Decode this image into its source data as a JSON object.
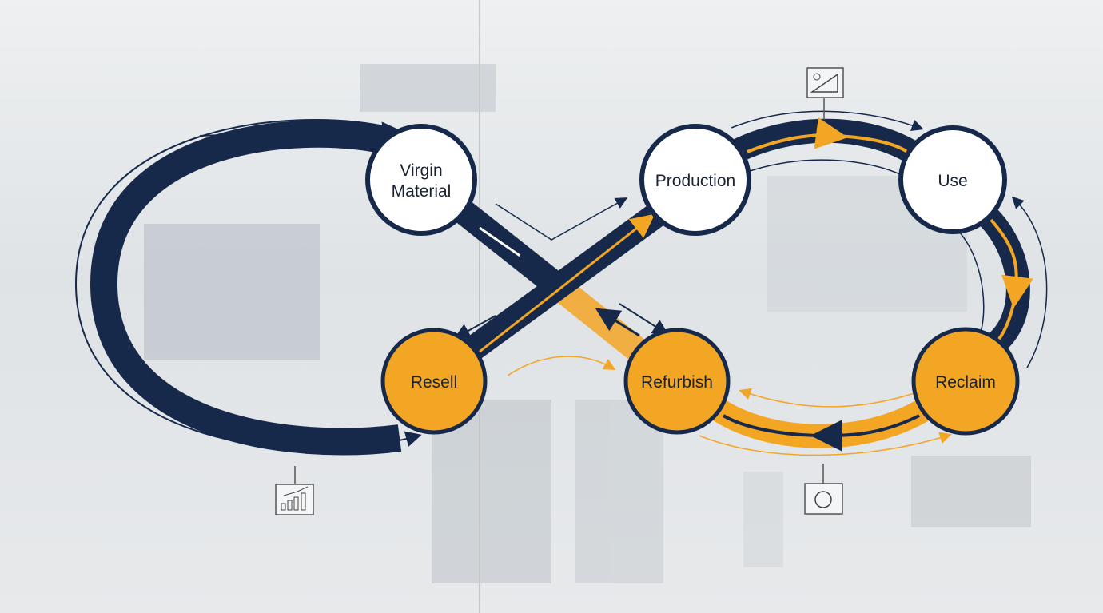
{
  "nodes": {
    "virgin_material": [
      "Virgin",
      "Material"
    ],
    "production": "Production",
    "use": "Use",
    "resell": "Resell",
    "refurbish": "Refurbish",
    "reclaim": "Reclaim"
  },
  "icons": {
    "top": "design-tools-icon",
    "bottom_left": "growth-chart-icon",
    "bottom_right": "recycle-brain-icon"
  },
  "colors": {
    "navy": "#16294a",
    "orange": "#f3a524",
    "node_fill": "#ffffff"
  }
}
